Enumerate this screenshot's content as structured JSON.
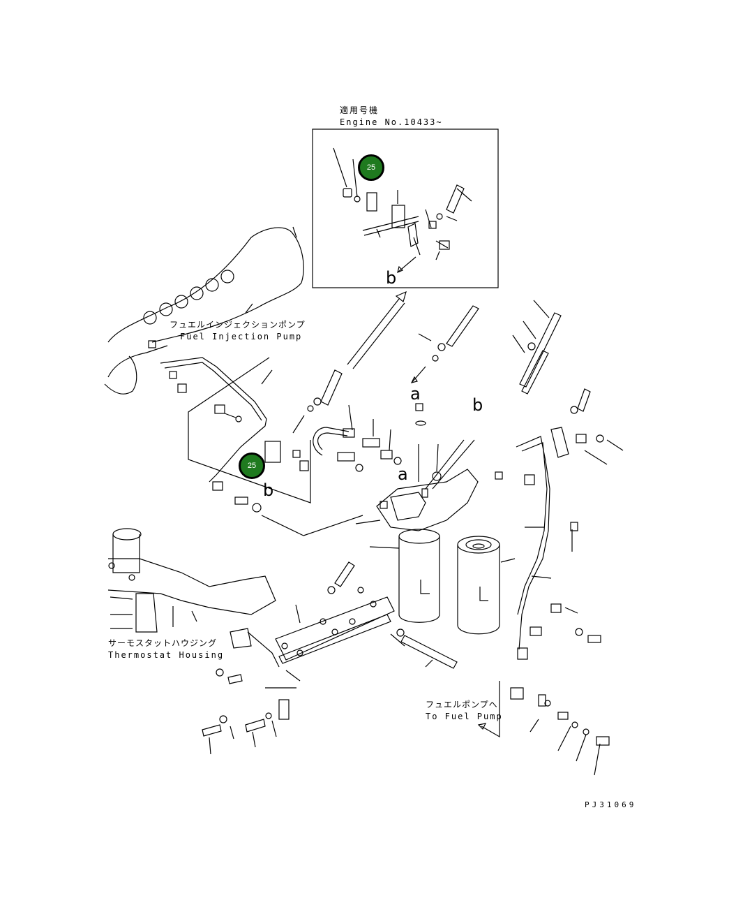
{
  "inset": {
    "title_jp": "適用号機",
    "title_en": "Engine No.10433~"
  },
  "labels": {
    "fuel_injection_pump_jp": "フュエルインジェクションポンプ",
    "fuel_injection_pump_en": "Fuel Injection Pump",
    "thermostat_housing_jp": "サーモスタットハウジング",
    "thermostat_housing_en": "Thermostat Housing",
    "to_fuel_pump_jp": "フュエルポンプへ",
    "to_fuel_pump_en": "To Fuel Pump"
  },
  "view_letters": {
    "b_inset": "b",
    "b_left": "b",
    "a_mid": "a",
    "b_mid": "b",
    "a_filter": "a"
  },
  "callouts": [
    {
      "number": "25",
      "color": "#1f7a1f"
    },
    {
      "number": "25",
      "color": "#1f7a1f"
    }
  ],
  "drawing_number": "PJ31069"
}
